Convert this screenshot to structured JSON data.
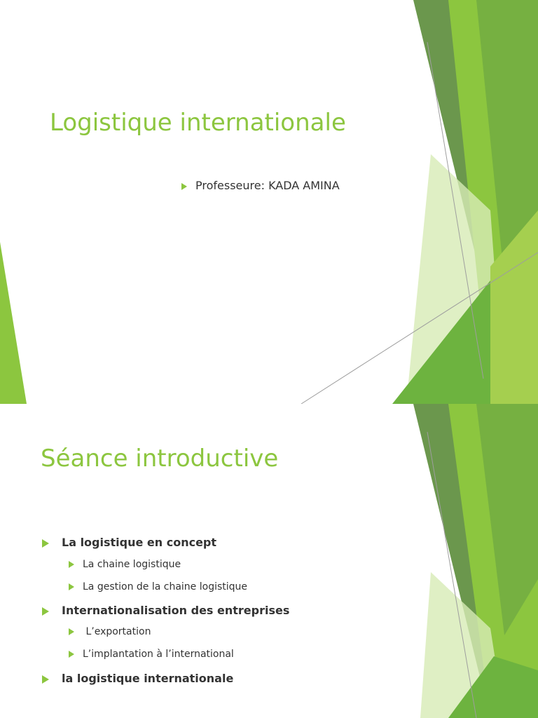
{
  "slide1": {
    "title": "Logistique internationale",
    "subtitle": "Professeure: KADA AMINA"
  },
  "slide2": {
    "title": "Séance introductive",
    "items": [
      {
        "label": "La logistique en concept",
        "level": 1
      },
      {
        "label": "La chaine logistique",
        "level": 2
      },
      {
        "label": "La gestion de la chaine logistique",
        "level": 2
      },
      {
        "label": "Internationalisation des entreprises",
        "level": 1
      },
      {
        "label": " L’exportation",
        "level": 2
      },
      {
        "label": "L’implantation à l’international",
        "level": 2
      },
      {
        "label": "la logistique internationale",
        "level": 1
      }
    ]
  },
  "theme": {
    "accent": "#8CC63F",
    "dark_green": "#5B8C3A",
    "mid_green": "#76B041",
    "light_green": "#A5CF4F",
    "pale_green": "#D7EBB5",
    "text": "#333333"
  }
}
